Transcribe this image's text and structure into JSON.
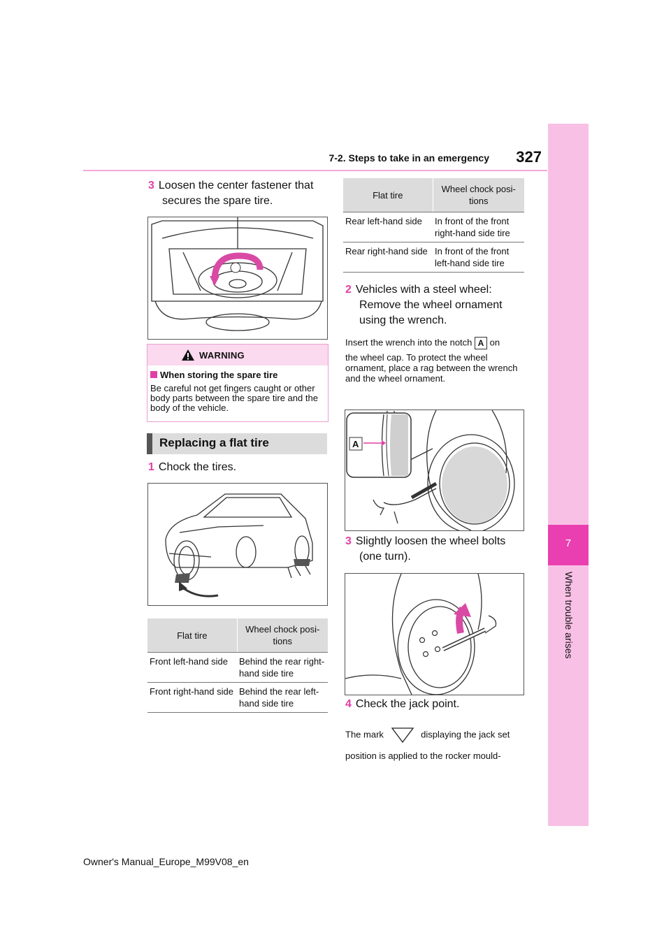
{
  "header": {
    "section_title": "7-2. Steps to take in an emergency",
    "page_number": "327"
  },
  "sidebar": {
    "chapter_number": "7",
    "chapter_title": "When trouble arises"
  },
  "left": {
    "step3": {
      "num": "3",
      "text_line1": "Loosen the center fastener that",
      "text_line2": "secures the spare tire."
    },
    "warning": {
      "title": "WARNING",
      "subtitle": "When storing the spare tire",
      "body": "Be careful not get fingers caught or other body parts between the spare tire and the body of the vehicle."
    },
    "section": "Replacing a flat tire",
    "step1": {
      "num": "1",
      "text": "Chock the tires."
    },
    "table": {
      "headers": [
        "Flat tire",
        "Wheel chock posi-tions"
      ],
      "rows": [
        [
          "Front left-hand side",
          "Behind the rear right-hand side tire"
        ],
        [
          "Front right-hand side",
          "Behind the rear left-hand side tire"
        ]
      ]
    }
  },
  "right": {
    "table": {
      "headers": [
        "Flat tire",
        "Wheel chock posi-tions"
      ],
      "rows": [
        [
          "Rear left-hand side",
          "In front of the front right-hand side tire"
        ],
        [
          "Rear right-hand side",
          "In front of the front left-hand side tire"
        ]
      ]
    },
    "step2": {
      "num": "2",
      "line1": "Vehicles with a steel wheel:",
      "line2": "Remove the wheel ornament",
      "line3": "using the wrench."
    },
    "note2": {
      "pre": "Insert the wrench into the notch",
      "label": "A",
      "post": "on",
      "rest": "the wheel cap. To protect the wheel ornament, place a rag between the wrench and the wheel ornament."
    },
    "fig_label": "A",
    "step3": {
      "num": "3",
      "line1": "Slightly loosen the wheel bolts",
      "line2": "(one turn)."
    },
    "step4": {
      "num": "4",
      "text": "Check the jack point."
    },
    "note4": {
      "pre": "The mark",
      "post": "displaying the jack set",
      "line2": "position is applied to the rocker mould-"
    }
  },
  "footer": {
    "text": "Owner's Manual_Europe_M99V08_en"
  }
}
